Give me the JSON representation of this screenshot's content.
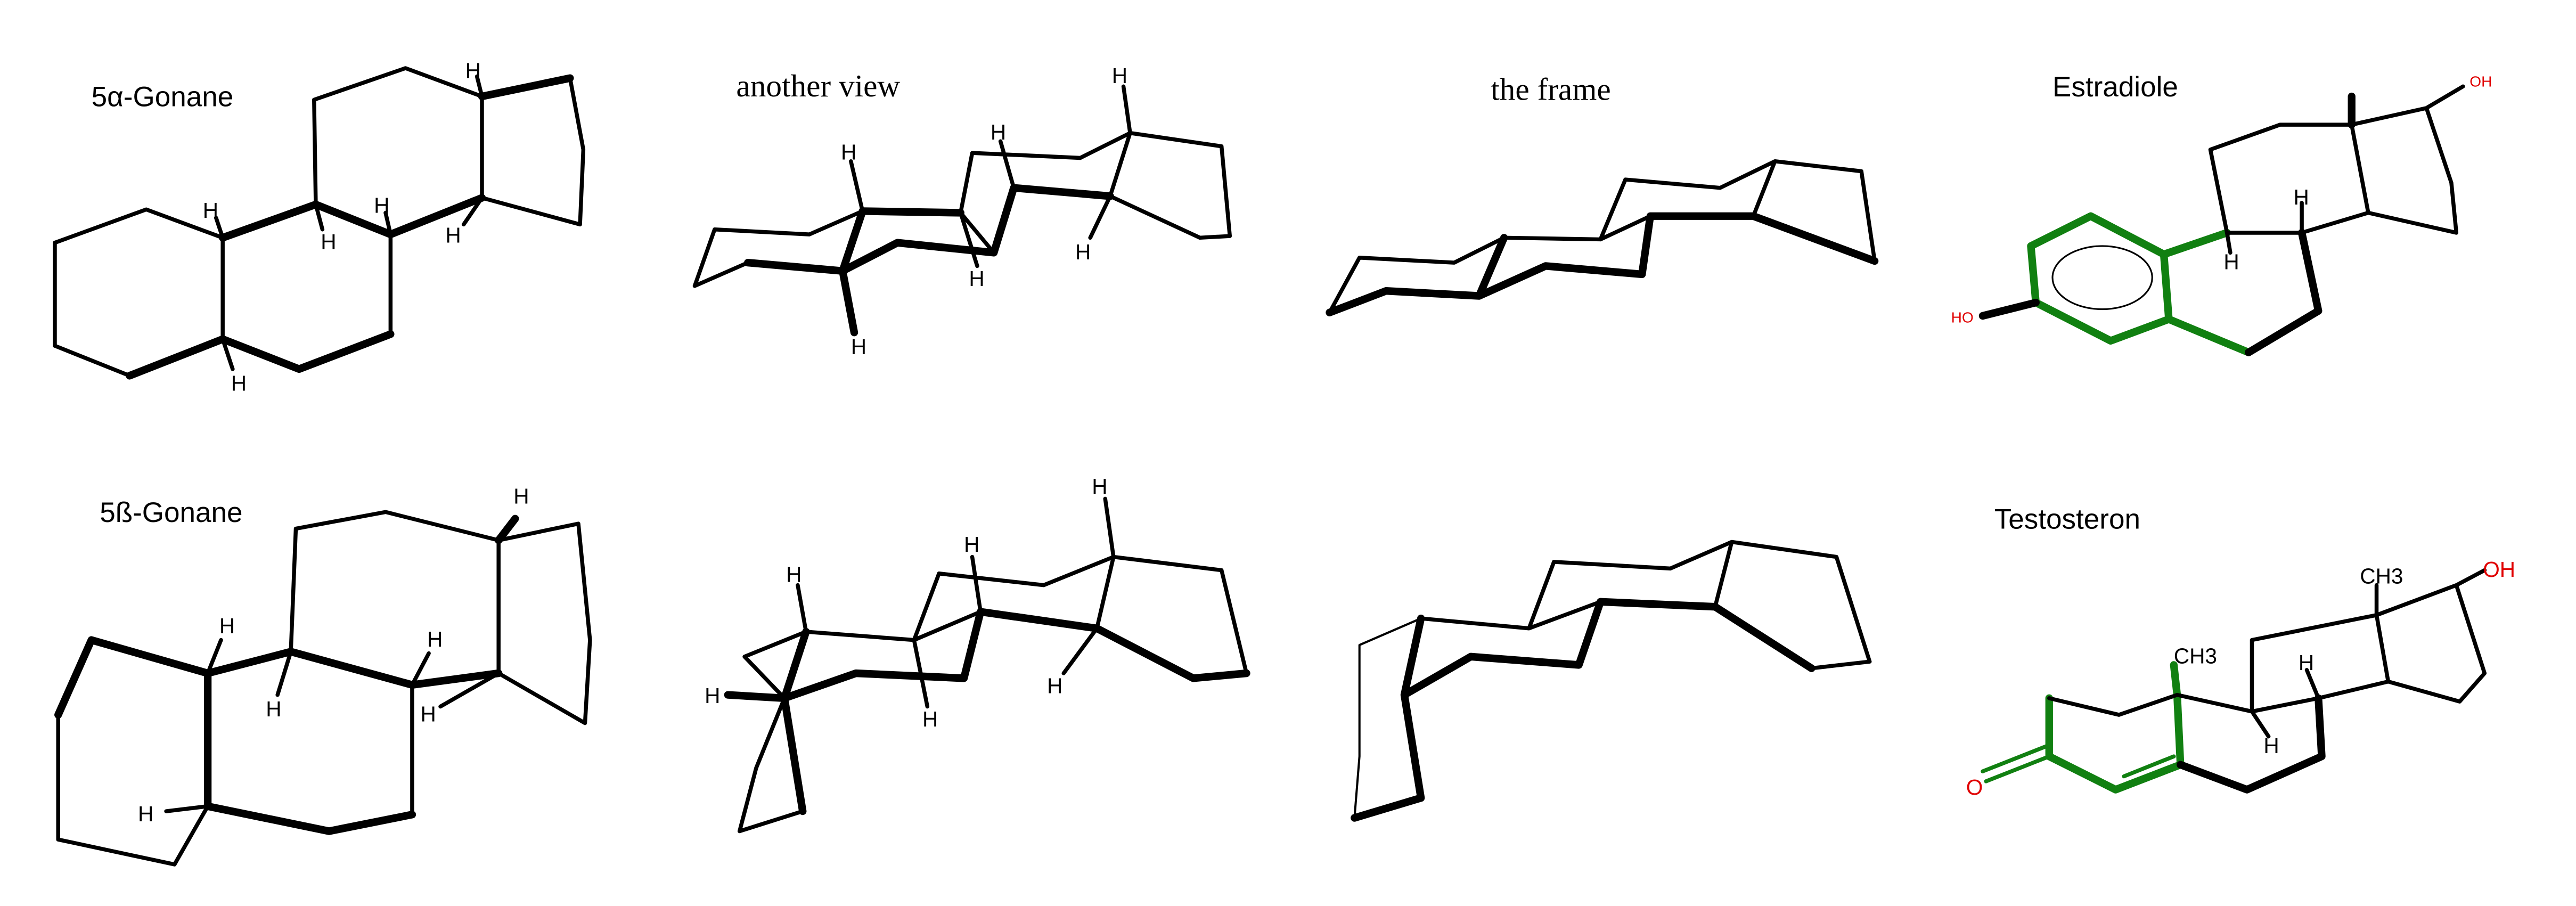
{
  "titles": {
    "alpha_gonane": "5α-Gonane",
    "another_view": "another view",
    "the_frame": "the frame",
    "estradiole": "Estradiole",
    "beta_gonane": "5ß-Gonane",
    "testosteron": "Testosteron"
  },
  "atoms": {
    "h": "H",
    "oh": "OH",
    "ho": "HO",
    "o": "O",
    "ch3": "CH3"
  },
  "colors": {
    "ring_highlight": "#118011",
    "heteroatom": "#e00000"
  }
}
